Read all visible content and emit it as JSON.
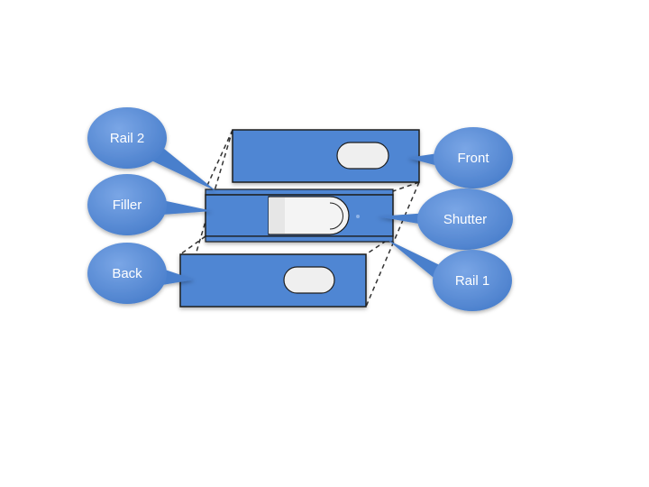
{
  "diagram": {
    "labels": {
      "rail2": "Rail 2",
      "filler": "Filler",
      "back": "Back",
      "front": "Front",
      "shutter": "Shutter",
      "rail1": "Rail 1"
    },
    "colors": {
      "panel_fill": "#4f86d3",
      "panel_stroke": "#1f1f1f",
      "callout_fill": "#5b8fd9",
      "callout_edge": "#3f71bf",
      "slot_fill": "#efefef",
      "shutter_fill": "#f4f4f4",
      "guide_line": "#333333"
    }
  }
}
